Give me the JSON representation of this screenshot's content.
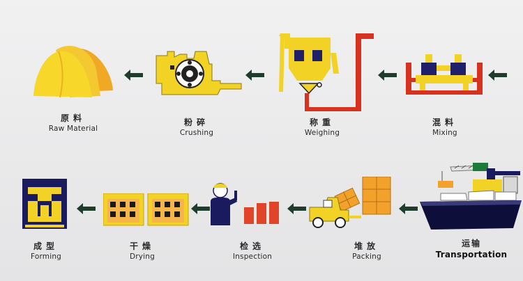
{
  "colors": {
    "background": "#ececed",
    "yellow": "#f2d224",
    "navy": "#14145a",
    "red": "#d6321f",
    "green": "#1e3d2c",
    "orange": "#e88f1a"
  },
  "process": {
    "row1": [
      {
        "id": "raw-material",
        "cn": "原料",
        "en": "Raw Material",
        "icon": "raw-material-pile-icon"
      },
      {
        "id": "crushing",
        "cn": "粉碎",
        "en": "Crushing",
        "icon": "crusher-machine-icon"
      },
      {
        "id": "weighing",
        "cn": "称重",
        "en": "Weighing",
        "icon": "weighing-silo-icon"
      },
      {
        "id": "mixing",
        "cn": "混料",
        "en": "Mixing",
        "icon": "mixer-machine-icon"
      }
    ],
    "row2": [
      {
        "id": "forming",
        "cn": "成型",
        "en": "Forming",
        "icon": "forming-press-icon"
      },
      {
        "id": "drying",
        "cn": "干燥",
        "en": "Drying",
        "icon": "drying-kiln-icon"
      },
      {
        "id": "inspection",
        "cn": "检选",
        "en": "Inspection",
        "icon": "inspector-icon"
      },
      {
        "id": "packing",
        "cn": "堆放",
        "en": "Packing",
        "icon": "forklift-stack-icon"
      },
      {
        "id": "transportation",
        "cn": "运输",
        "en": "Transportation",
        "icon": "cargo-ship-icon"
      }
    ],
    "flow_icon": "left-arrow-icon"
  }
}
